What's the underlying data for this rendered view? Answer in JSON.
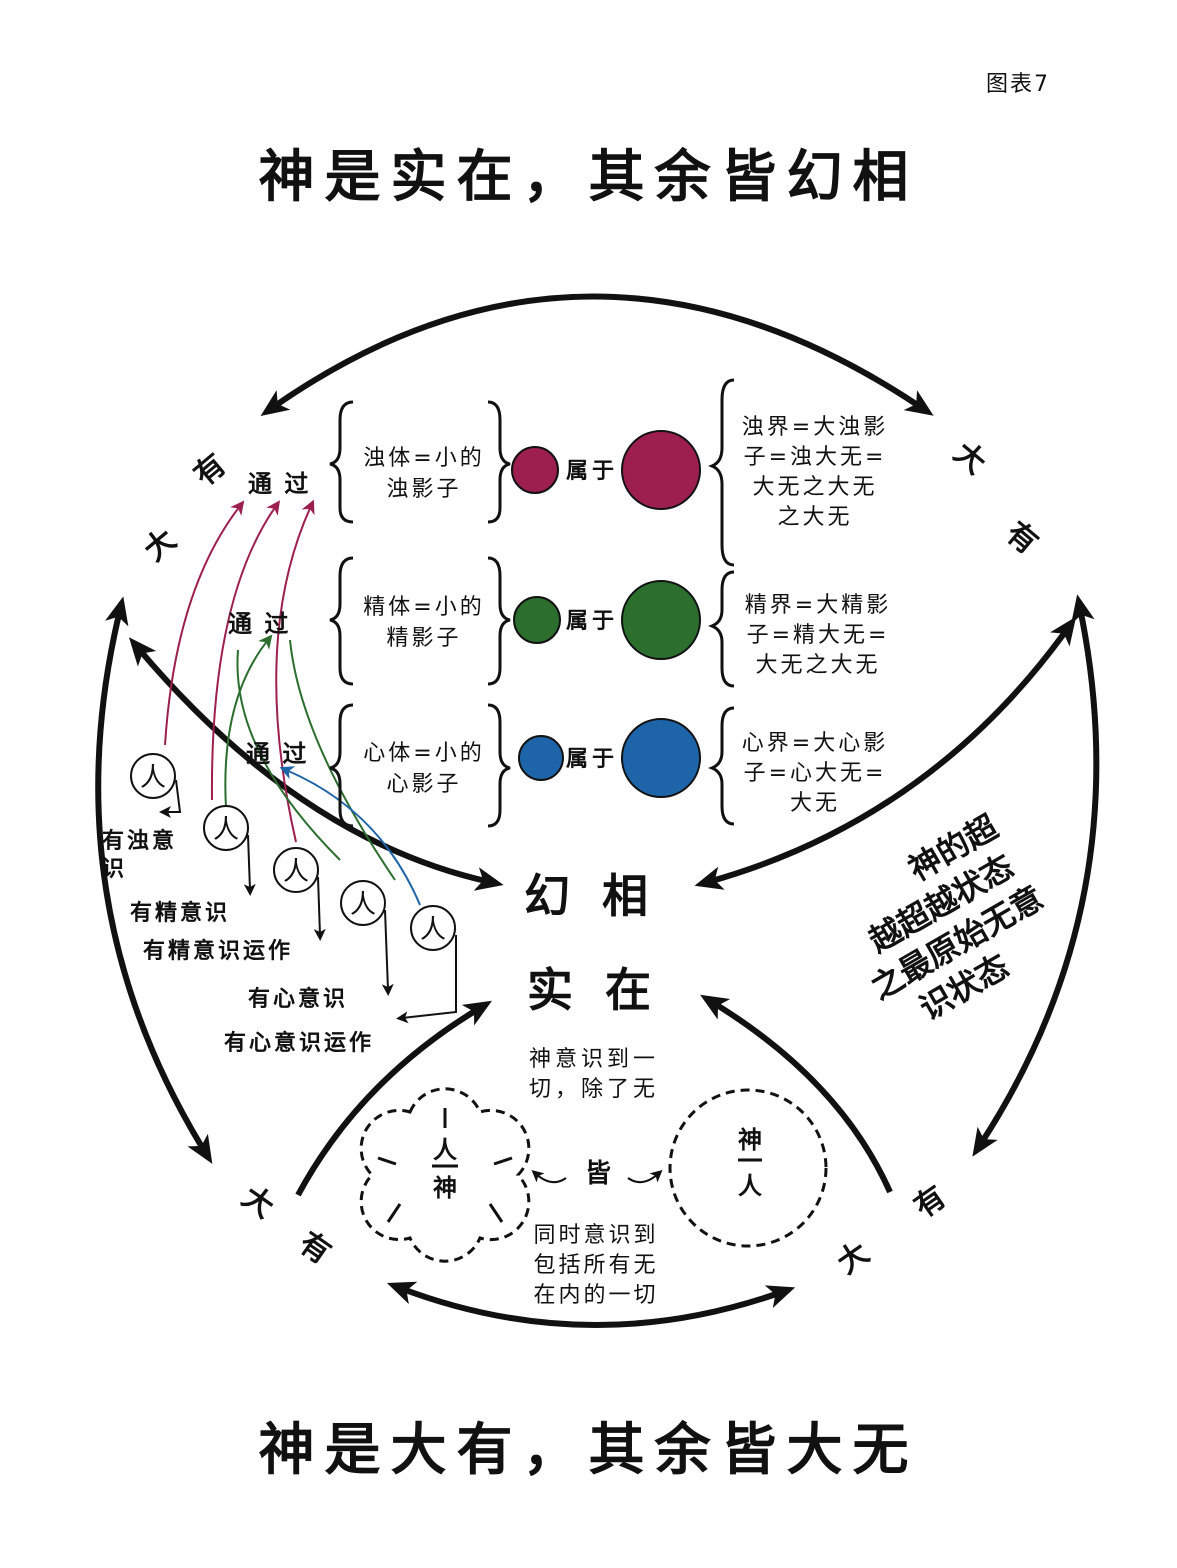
{
  "figure_label": "图表7",
  "title_top": "神是实在，其余皆幻相",
  "title_bottom": "神是大有，其余皆大无",
  "center": {
    "illusion": "幻 相",
    "reality": "实 在"
  },
  "great_being": "大有",
  "through": "通 过",
  "belongs_to": "属于",
  "person": "人",
  "colors": {
    "gross": "#9c1f4f",
    "subtle": "#2b6e2e",
    "mental": "#1d64a8",
    "line": "#111111"
  },
  "rows": [
    {
      "body": [
        "浊体=小的",
        "浊影子"
      ],
      "world": [
        "浊界=大浊影",
        "子=浊大无=",
        "大无之大无",
        "之大无"
      ]
    },
    {
      "body": [
        "精体=小的",
        "精影子"
      ],
      "world": [
        "精界=大精影",
        "子=精大无=",
        "大无之大无"
      ]
    },
    {
      "body": [
        "心体=小的",
        "心影子"
      ],
      "world": [
        "心界=大心影",
        "子=心大无=",
        "大无"
      ]
    }
  ],
  "consciousness": {
    "gross": [
      "有浊意",
      "识"
    ],
    "subtle": "有精意识",
    "subtle_working": "有精意识运作",
    "mental": "有心意识",
    "mental_working": "有心意识运作"
  },
  "god_conscious": [
    "神意识到一",
    "切，除了无"
  ],
  "all": "皆",
  "man_god": [
    "人",
    "神"
  ],
  "god_man": [
    "神",
    "人"
  ],
  "simultaneous": [
    "同时意识到",
    "包括所有无",
    "在内的一切"
  ],
  "beyond": [
    "神的超",
    "越超越状态",
    "之最原始无意",
    "识状态"
  ]
}
